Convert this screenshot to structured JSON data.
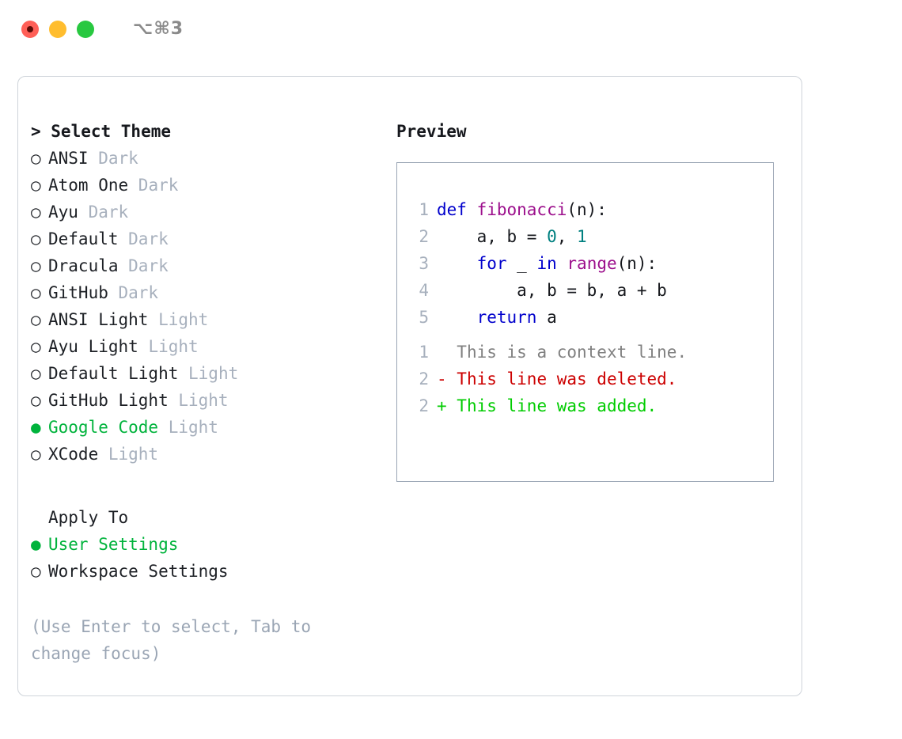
{
  "titlebar": {
    "shortcut": "⌥⌘3",
    "buttons": {
      "close": "close",
      "minimize": "minimize",
      "maximize": "maximize"
    }
  },
  "theme_list": {
    "header": "> Select Theme",
    "bullet_selected": "●",
    "bullet_unselected": "○",
    "items": [
      {
        "name": "ANSI",
        "kind": "Dark",
        "selected": false
      },
      {
        "name": "Atom One",
        "kind": "Dark",
        "selected": false
      },
      {
        "name": "Ayu",
        "kind": "Dark",
        "selected": false
      },
      {
        "name": "Default",
        "kind": "Dark",
        "selected": false
      },
      {
        "name": "Dracula",
        "kind": "Dark",
        "selected": false
      },
      {
        "name": "GitHub",
        "kind": "Dark",
        "selected": false
      },
      {
        "name": "ANSI Light",
        "kind": "Light",
        "selected": false
      },
      {
        "name": "Ayu Light",
        "kind": "Light",
        "selected": false
      },
      {
        "name": "Default Light",
        "kind": "Light",
        "selected": false
      },
      {
        "name": "GitHub Light",
        "kind": "Light",
        "selected": false
      },
      {
        "name": "Google Code",
        "kind": "Light",
        "selected": true
      },
      {
        "name": "XCode",
        "kind": "Light",
        "selected": false
      }
    ]
  },
  "apply_to": {
    "title": "Apply To",
    "options": [
      {
        "name": "User Settings",
        "selected": true
      },
      {
        "name": "Workspace Settings",
        "selected": false
      }
    ]
  },
  "hint": "(Use Enter to select, Tab to change focus)",
  "preview": {
    "title": "Preview",
    "code_lines": [
      {
        "no": "1",
        "tokens": [
          {
            "t": "def ",
            "c": "kw"
          },
          {
            "t": "fibonacci",
            "c": "fn"
          },
          {
            "t": "(n):",
            "c": "plain"
          }
        ]
      },
      {
        "no": "2",
        "tokens": [
          {
            "t": "    a, b = ",
            "c": "plain"
          },
          {
            "t": "0",
            "c": "num"
          },
          {
            "t": ", ",
            "c": "plain"
          },
          {
            "t": "1",
            "c": "num"
          }
        ]
      },
      {
        "no": "3",
        "tokens": [
          {
            "t": "    ",
            "c": "plain"
          },
          {
            "t": "for",
            "c": "kw"
          },
          {
            "t": " _ ",
            "c": "plain"
          },
          {
            "t": "in",
            "c": "kw"
          },
          {
            "t": " ",
            "c": "plain"
          },
          {
            "t": "range",
            "c": "fn"
          },
          {
            "t": "(n):",
            "c": "plain"
          }
        ]
      },
      {
        "no": "4",
        "tokens": [
          {
            "t": "        a, b = b, a + b",
            "c": "plain"
          }
        ]
      },
      {
        "no": "5",
        "tokens": [
          {
            "t": "    ",
            "c": "plain"
          },
          {
            "t": "return",
            "c": "kw"
          },
          {
            "t": " a",
            "c": "plain"
          }
        ]
      }
    ],
    "diff_lines": [
      {
        "no": "1",
        "marker": "  ",
        "text": "This is a context line.",
        "kind": "ctx"
      },
      {
        "no": "2",
        "marker": "- ",
        "text": "This line was deleted.",
        "kind": "del"
      },
      {
        "no": "2",
        "marker": "+ ",
        "text": "This line was added.",
        "kind": "add"
      }
    ]
  },
  "colors": {
    "accent_green": "#00b33c",
    "muted": "#a7b0bd",
    "hint": "#9aa5b4",
    "keyword": "#0000cc",
    "function": "#9c0f8c",
    "number": "#008080",
    "diff_delete": "#cc0000",
    "diff_add": "#00cc00",
    "diff_context": "#808080",
    "traffic_close": "#ff5f57",
    "traffic_minimize": "#ffbd2e",
    "traffic_maximize": "#28c840"
  }
}
